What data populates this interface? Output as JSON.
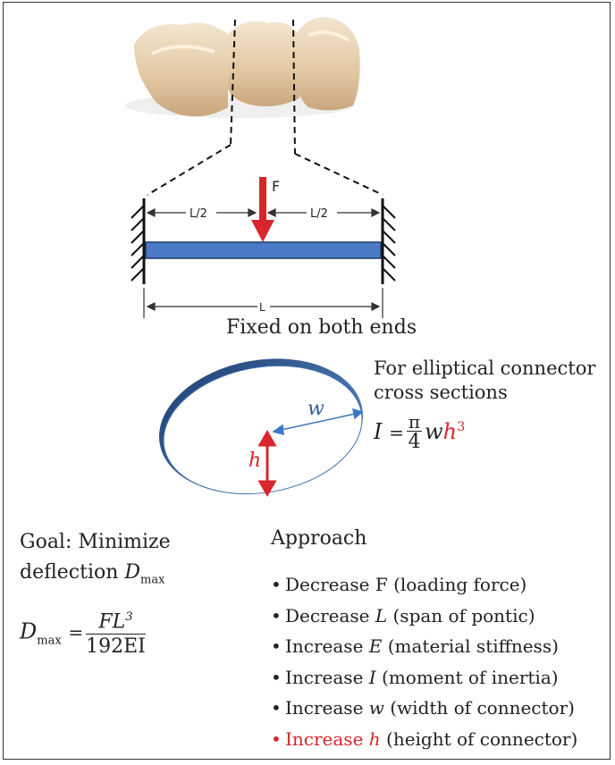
{
  "beam": {
    "force_label": "F",
    "half_span_left": "L/2",
    "half_span_right": "L/2",
    "span_label": "L",
    "caption": "Fixed on both ends"
  },
  "ellipse": {
    "title_line1": "For elliptical connector",
    "title_line2": "cross sections",
    "w_label": "w",
    "h_label": "h",
    "formula": {
      "lhs": "I",
      "eq": "=",
      "num": "π",
      "den": "4",
      "w": "w",
      "h": "h",
      "exp": "3"
    }
  },
  "goal": {
    "line1": "Goal: Minimize",
    "line2_prefix": "deflection ",
    "var": "D",
    "sub": "max",
    "eq_lhs": "D",
    "eq_sub": "max",
    "eq_sign": "=",
    "num": "FL",
    "num_exp": "3",
    "den": "192EI"
  },
  "approach": {
    "title": "Approach",
    "items": [
      {
        "bullet": "•",
        "prefix": "Decrease ",
        "var": "F",
        "suffix": " (loading force)",
        "var_italic": false,
        "highlight": false
      },
      {
        "bullet": "•",
        "prefix": "Decrease ",
        "var": "L",
        "suffix": " (span of pontic)",
        "var_italic": true,
        "highlight": false
      },
      {
        "bullet": "•",
        "prefix": "Increase ",
        "var": "E",
        "suffix": " (material stiffness)",
        "var_italic": true,
        "highlight": false
      },
      {
        "bullet": "•",
        "prefix": "Increase ",
        "var": "I",
        "suffix": " (moment of inertia)",
        "var_italic": true,
        "highlight": false
      },
      {
        "bullet": "•",
        "prefix": "Increase ",
        "var": "w",
        "suffix": " (width of connector)",
        "var_italic": true,
        "highlight": false
      },
      {
        "bullet": "•",
        "prefix": "Increase ",
        "var": "h",
        "suffix": " (height of connector)",
        "var_italic": true,
        "highlight": true
      }
    ]
  },
  "colors": {
    "beam_fill": "#4b7bc7",
    "force_arrow": "#d8262c",
    "ellipse_rim": "#2c5a94",
    "highlight": "#d8262c"
  }
}
